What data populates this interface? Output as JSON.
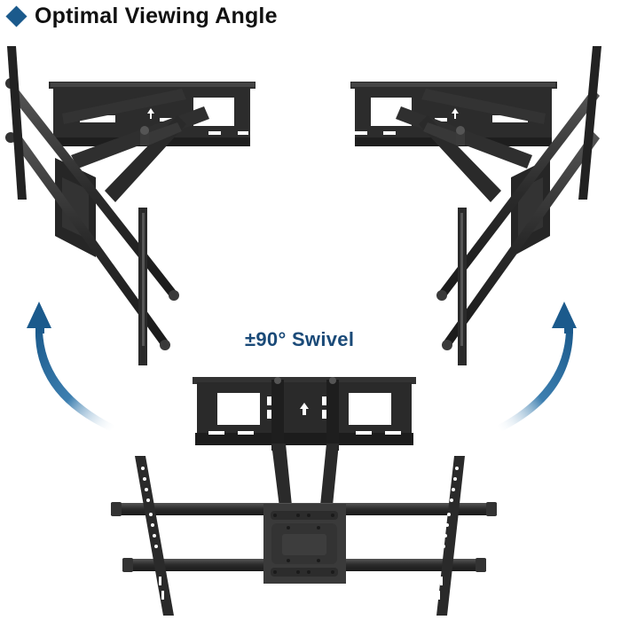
{
  "header": {
    "title": "Optimal Viewing Angle",
    "bullet_icon": "diamond-icon",
    "bullet_color": "#1b5a8c"
  },
  "label": {
    "swivel_text": "±90° Swivel",
    "color": "#1a4a78"
  },
  "views": [
    {
      "name": "left-swivel-view",
      "description": "Mount swiveled left"
    },
    {
      "name": "right-swivel-view",
      "description": "Mount swiveled right"
    },
    {
      "name": "front-view",
      "description": "Mount straight front"
    }
  ],
  "arrows": [
    {
      "name": "left-curved-arrow",
      "direction": "up-left"
    },
    {
      "name": "right-curved-arrow",
      "direction": "up-right"
    }
  ],
  "colors": {
    "metal": "#2a2a2a",
    "metal_light": "#4a4a4a",
    "arrow": "#1b5a8c"
  }
}
